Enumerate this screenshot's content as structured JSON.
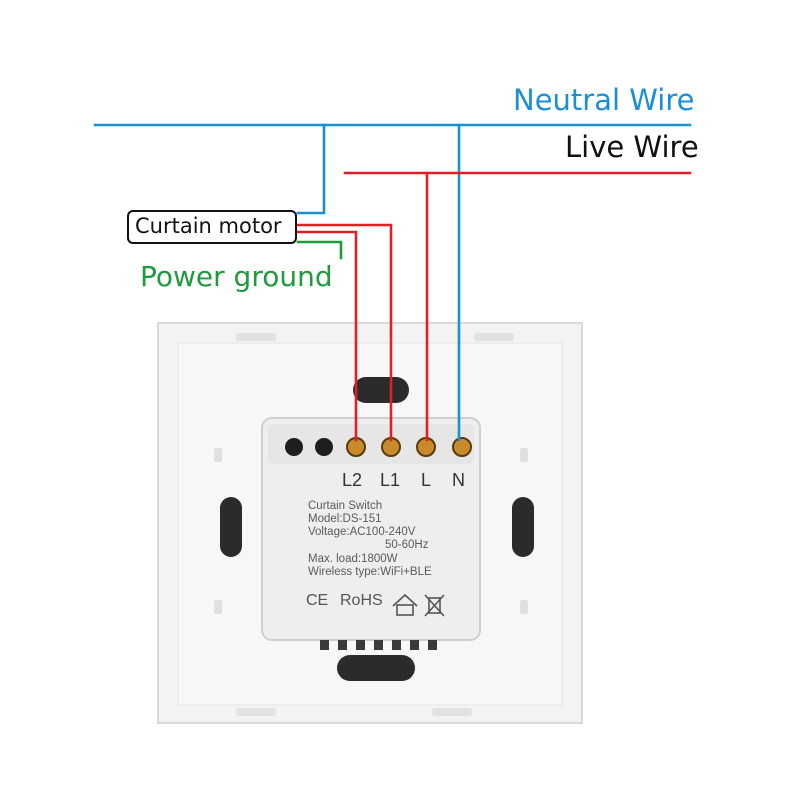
{
  "wiring": {
    "neutral_label": "Neutral Wire",
    "live_label": "Live Wire",
    "motor_label": "Curtain motor",
    "ground_label": "Power ground"
  },
  "colors": {
    "neutral": "#1a8fd6",
    "live": "#e01f26",
    "ground": "#1f9a3c",
    "panel": "#f4f4f4",
    "module": "#efefef"
  },
  "terminals": [
    "L2",
    "L1",
    "L",
    "N"
  ],
  "module": {
    "name": "Curtain Switch",
    "model": "Model:DS-151",
    "voltage": "Voltage:AC100-240V",
    "frequency": "50-60Hz",
    "max_load": "Max. load:1800W",
    "wireless": "Wireless type:WiFi+BLE",
    "cert_ce": "CE",
    "cert_rohs": "RoHS"
  }
}
